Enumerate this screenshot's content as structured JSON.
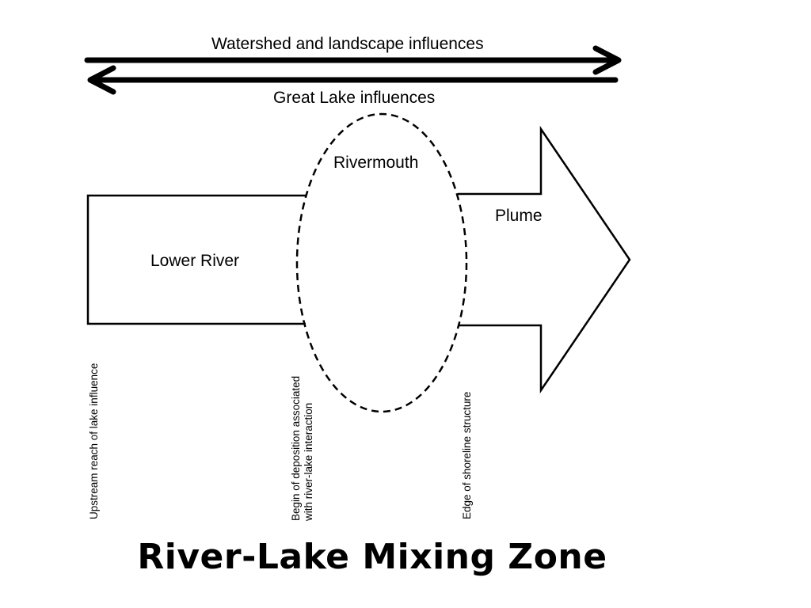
{
  "diagram": {
    "title": "River-Lake Mixing Zone",
    "arrows": {
      "top_label": "Watershed and landscape influences",
      "bottom_label": "Great Lake influences"
    },
    "zones": {
      "lower_river": "Lower River",
      "rivermouth": "Rivermouth",
      "plume": "Plume"
    },
    "boundaries": {
      "upstream": "Upstream reach of lake influence",
      "deposition_line1": "Begin of deposition associated",
      "deposition_line2": "with river-lake interaction",
      "shoreline": "Edge of shoreline structure"
    },
    "colors": {
      "stroke": "#000000",
      "background": "#ffffff"
    }
  }
}
